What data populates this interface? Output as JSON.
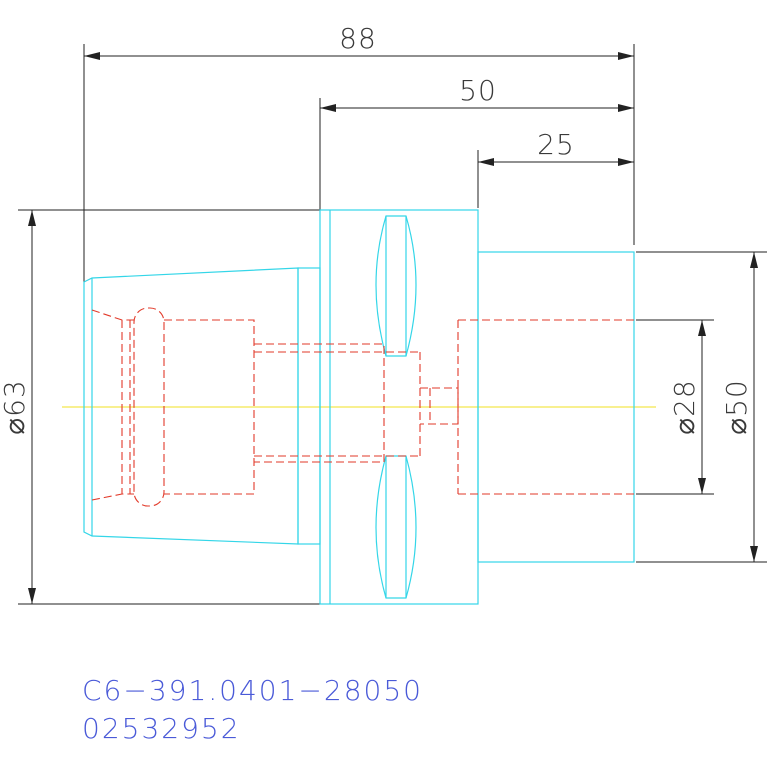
{
  "dimensions": {
    "overall_length": "88",
    "mid_length": "50",
    "shank_length": "25",
    "diameter_63": "⌀63",
    "diameter_28": "⌀28",
    "diameter_50": "⌀50"
  },
  "labels": {
    "part_number": "C6−391.0401−28050",
    "item_code": "02532952"
  },
  "colors": {
    "outline": "#34d6e8",
    "hidden": "#e23a2a",
    "centerline": "#f0e020",
    "dimension": "#222222",
    "label": "#4a5ad8"
  }
}
